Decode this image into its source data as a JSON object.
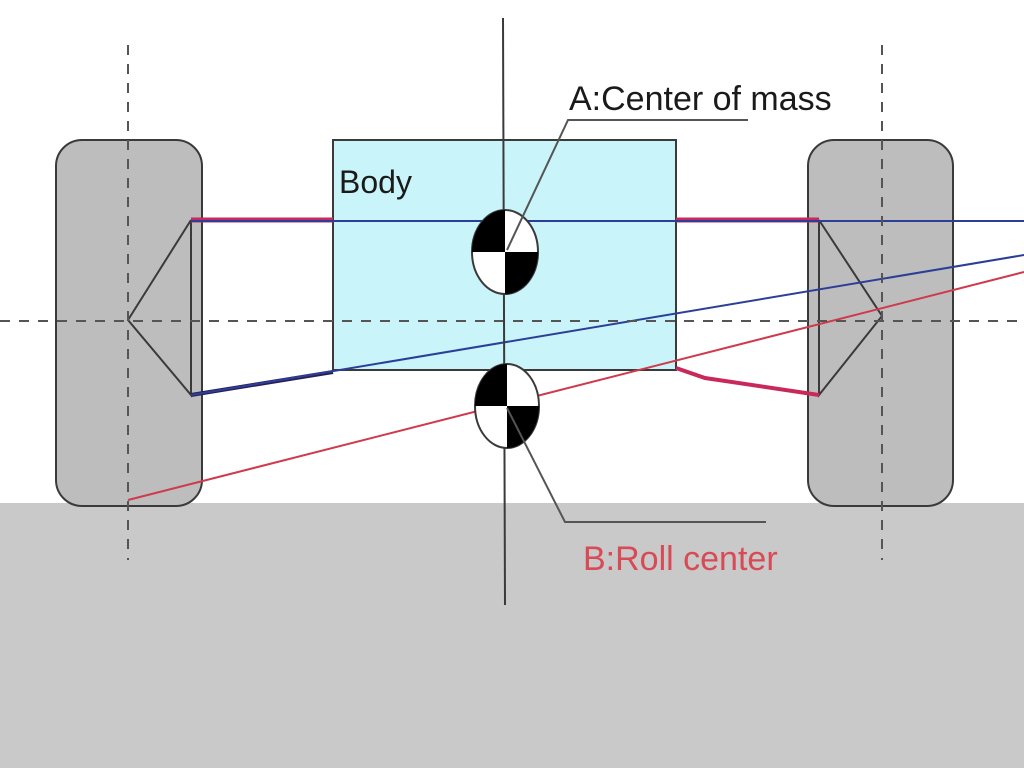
{
  "labels": {
    "body": "Body",
    "center_of_mass": "A:Center of mass",
    "roll_center": "B:Roll center"
  },
  "colors": {
    "ground": "#c9c9c9",
    "body_fill": "#c9f4f9",
    "tire_fill": "#bdbdbd",
    "outline": "#3a3a3a",
    "arm_red": "#c8285a",
    "arm_dark": "#2a1e55",
    "line_blue": "#2b3f99",
    "line_red": "#cf3a4d",
    "roll_center_text": "#d84a55",
    "leader": "#555555",
    "dashed": "#555555"
  }
}
